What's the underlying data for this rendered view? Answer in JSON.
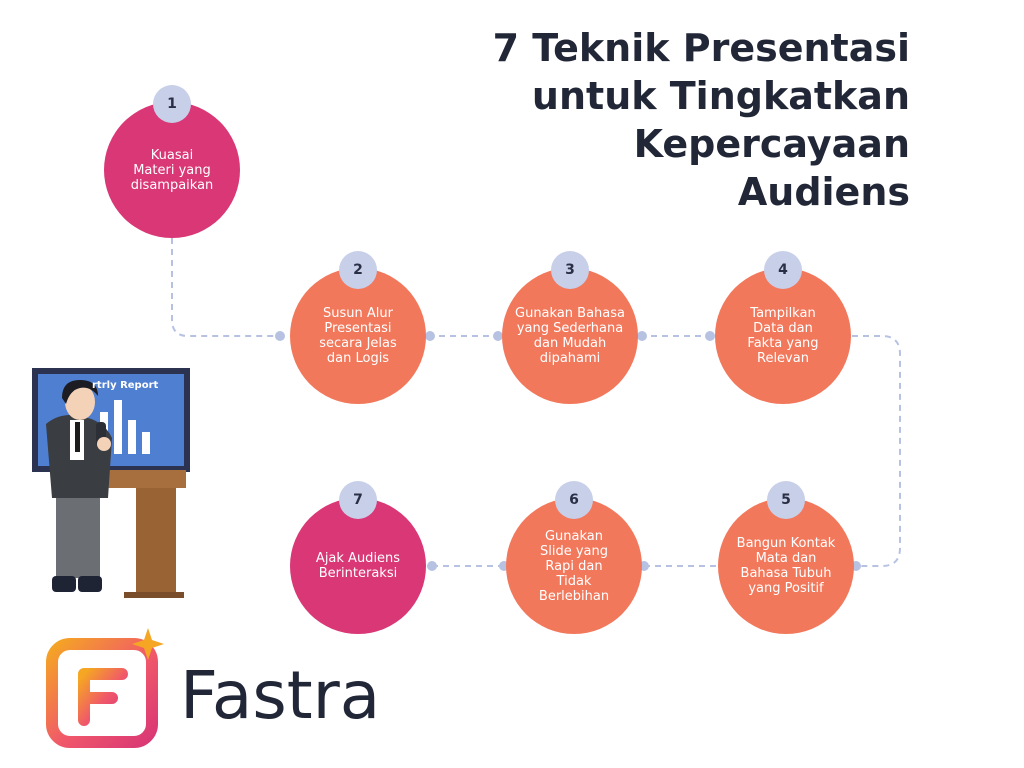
{
  "title": {
    "line1": "7 Teknik Presentasi",
    "line2": "untuk Tingkatkan",
    "line3": "Kepercayaan",
    "line4": "Audiens"
  },
  "steps": [
    {
      "number": "1",
      "lines": [
        "Kuasai",
        "Materi yang",
        "disampaikan"
      ],
      "color": "#d93775"
    },
    {
      "number": "2",
      "lines": [
        "Susun Alur",
        "Presentasi",
        "secara Jelas",
        "dan Logis"
      ],
      "color": "#f2785c"
    },
    {
      "number": "3",
      "lines": [
        "Gunakan Bahasa",
        "yang Sederhana",
        "dan Mudah",
        "dipahami"
      ],
      "color": "#f2785c"
    },
    {
      "number": "4",
      "lines": [
        "Tampilkan",
        "Data dan",
        "Fakta yang",
        "Relevan"
      ],
      "color": "#f2785c"
    },
    {
      "number": "5",
      "lines": [
        "Bangun Kontak",
        "Mata dan",
        "Bahasa Tubuh",
        "yang Positif"
      ],
      "color": "#f2785c"
    },
    {
      "number": "6",
      "lines": [
        "Gunakan",
        "Slide yang",
        "Rapi dan",
        "Tidak",
        "Berlebihan"
      ],
      "color": "#f2785c"
    },
    {
      "number": "7",
      "lines": [
        "Ajak Audiens",
        "Berinteraksi"
      ],
      "color": "#d93775"
    }
  ],
  "illustration": {
    "screen_text": "rtrly Report"
  },
  "brand": {
    "name": "Fastra"
  },
  "colors": {
    "magenta": "#d93775",
    "coral": "#f2785c",
    "badge": "#c8cfe9",
    "connector": "#b7c2e3",
    "text_dark": "#222738"
  }
}
